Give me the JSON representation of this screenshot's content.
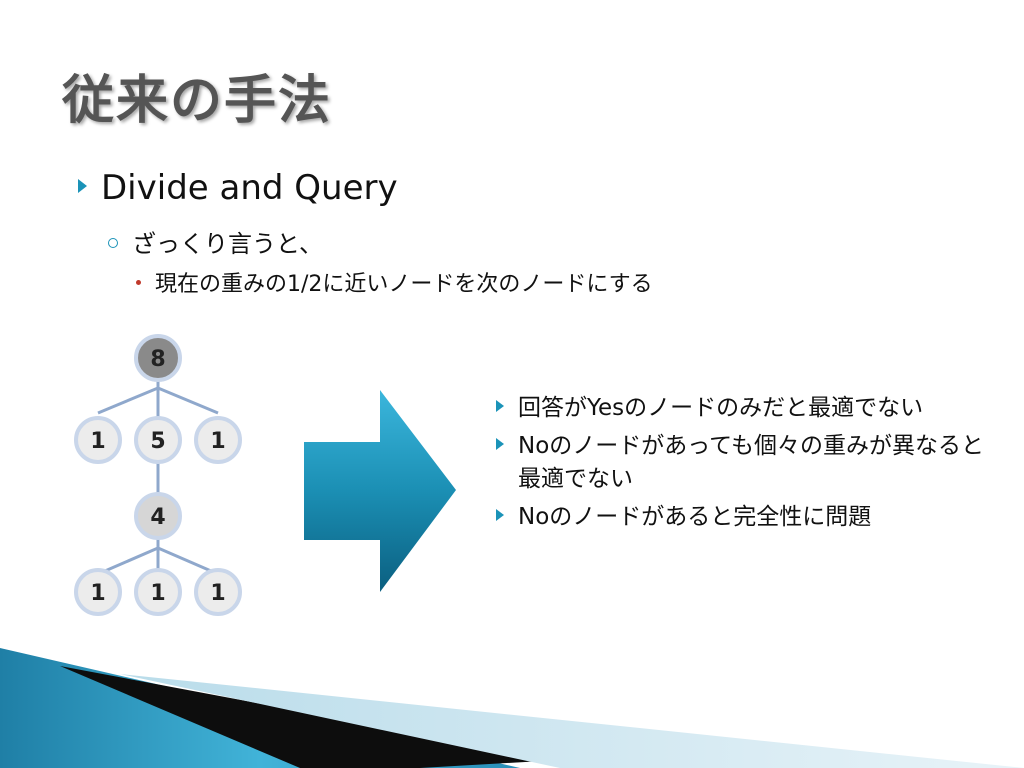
{
  "slide": {
    "title": "従来の手法",
    "bullets": {
      "level1": "Divide and Query",
      "level2": "ざっくり言うと、",
      "level3": "現在の重みの1/2に近いノードを次のノードにする"
    },
    "right_points": [
      "回答がYesのノードのみだと最適でない",
      "Noのノードがあっても個々の重みが異なると最適でない",
      "Noのノードがあると完全性に問題"
    ],
    "tree": {
      "nodes": {
        "root": "8",
        "left1": "1",
        "mid1": "5",
        "right1": "1",
        "sub": "4",
        "left2": "1",
        "mid2": "1",
        "right2": "1"
      }
    }
  },
  "colors": {
    "accent": "#1b93b8",
    "title": "#555555",
    "sub_bullet": "#c0392b",
    "node_fill": "#e6e6e6",
    "root_fill": "#8a8a8a",
    "node_border": "#9bb0cf"
  }
}
